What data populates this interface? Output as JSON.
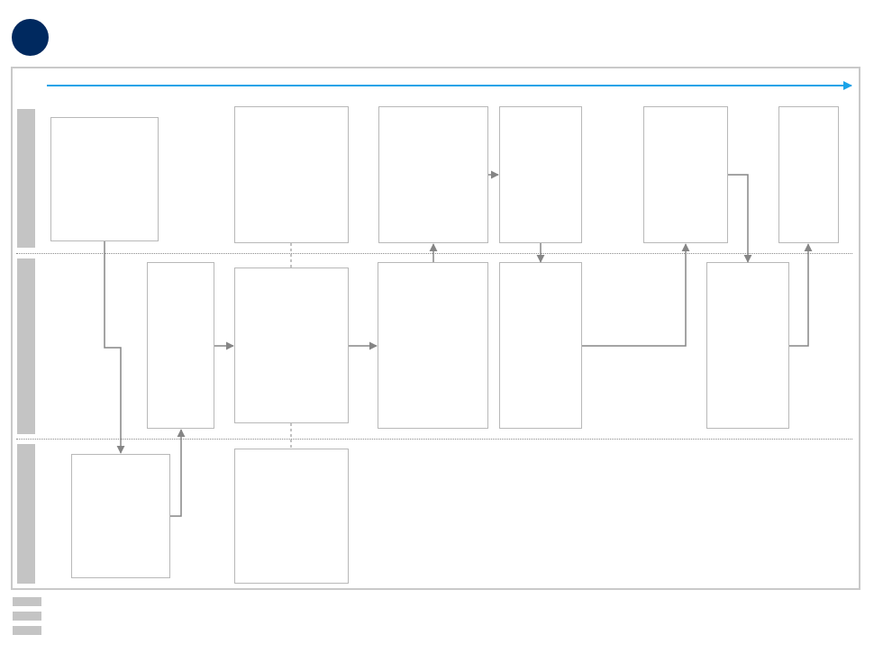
{
  "colors": {
    "badge": "#00295f",
    "timeline_arrow": "#1aa3e8",
    "connector": "#858585",
    "box_border": "#b8b8b8",
    "lane_bar": "#c4c4c4"
  },
  "lanes": [
    {
      "id": "lane-1",
      "label": ""
    },
    {
      "id": "lane-2",
      "label": ""
    },
    {
      "id": "lane-3",
      "label": ""
    }
  ],
  "steps": [
    {
      "id": "s1",
      "lane": 1,
      "text": ""
    },
    {
      "id": "s2",
      "lane": 1,
      "text": ""
    },
    {
      "id": "s3",
      "lane": 1,
      "text": ""
    },
    {
      "id": "s4",
      "lane": 1,
      "text": ""
    },
    {
      "id": "s5",
      "lane": 1,
      "text": ""
    },
    {
      "id": "s6",
      "lane": 1,
      "text": ""
    },
    {
      "id": "s7",
      "lane": 2,
      "text": ""
    },
    {
      "id": "s8",
      "lane": 2,
      "text": ""
    },
    {
      "id": "s9",
      "lane": 2,
      "text": ""
    },
    {
      "id": "s10",
      "lane": 2,
      "text": ""
    },
    {
      "id": "s11",
      "lane": 2,
      "text": ""
    },
    {
      "id": "s12",
      "lane": 3,
      "text": ""
    },
    {
      "id": "s13",
      "lane": 3,
      "text": ""
    }
  ],
  "legend": [
    {
      "label": ""
    },
    {
      "label": ""
    },
    {
      "label": ""
    }
  ]
}
